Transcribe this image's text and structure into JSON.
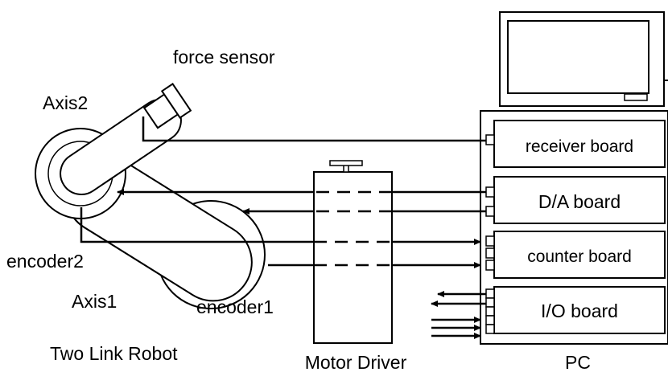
{
  "labels": {
    "force_sensor": "force sensor",
    "axis2": "Axis2",
    "axis1": "Axis1",
    "encoder2": "encoder2",
    "encoder1": "encoder1",
    "robot_caption": "Two Link Robot",
    "motor_driver_caption": "Motor Driver",
    "pc_caption": "PC"
  },
  "boards": {
    "receiver": "receiver board",
    "da": "D/A board",
    "counter": "counter board",
    "io": "I/O board"
  }
}
